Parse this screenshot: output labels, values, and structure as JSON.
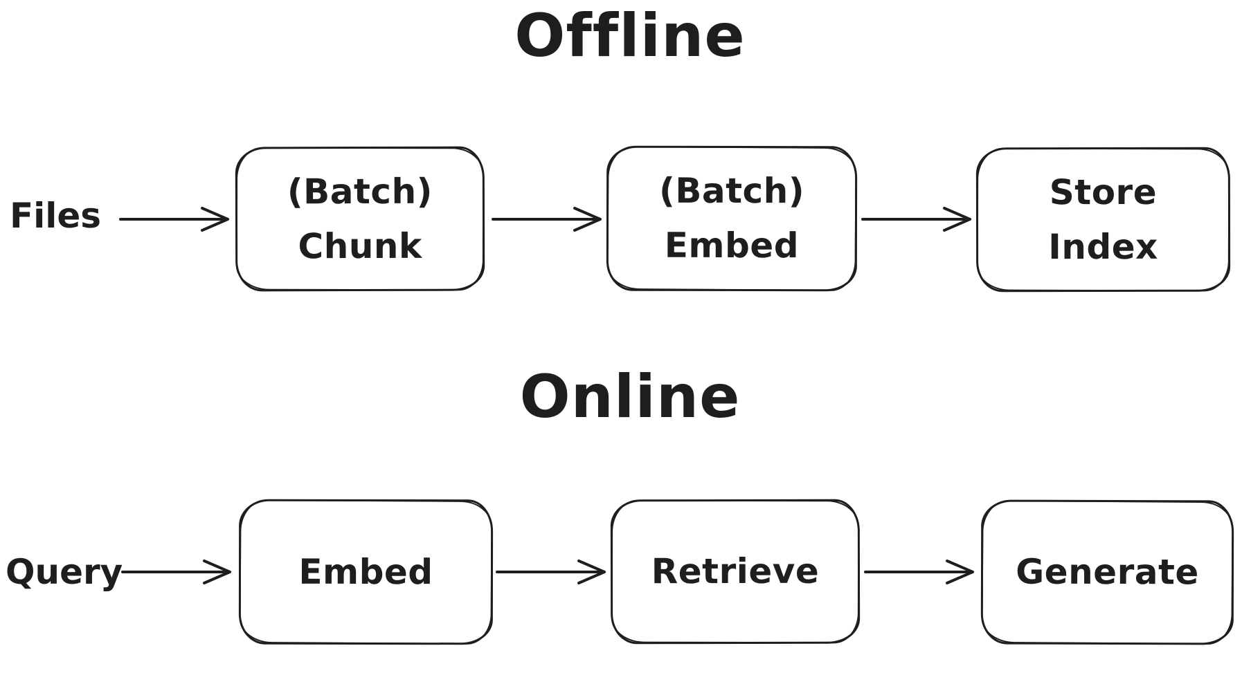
{
  "colors": {
    "stroke": "#1e1e1e",
    "background": "#ffffff"
  },
  "sections": [
    {
      "title": "Offline",
      "source_label": "Files",
      "nodes": [
        {
          "lines": [
            "(Batch)",
            "Chunk"
          ]
        },
        {
          "lines": [
            "(Batch)",
            "Embed"
          ]
        },
        {
          "lines": [
            "Store",
            "Index"
          ]
        }
      ],
      "edges": [
        {
          "from": "Files",
          "to": "(Batch) Chunk"
        },
        {
          "from": "(Batch) Chunk",
          "to": "(Batch) Embed"
        },
        {
          "from": "(Batch) Embed",
          "to": "Store Index"
        }
      ]
    },
    {
      "title": "Online",
      "source_label": "Query",
      "nodes": [
        {
          "lines": [
            "Embed"
          ]
        },
        {
          "lines": [
            "Retrieve"
          ]
        },
        {
          "lines": [
            "Generate"
          ]
        }
      ],
      "edges": [
        {
          "from": "Query",
          "to": "Embed"
        },
        {
          "from": "Embed",
          "to": "Retrieve"
        },
        {
          "from": "Retrieve",
          "to": "Generate"
        }
      ]
    }
  ]
}
